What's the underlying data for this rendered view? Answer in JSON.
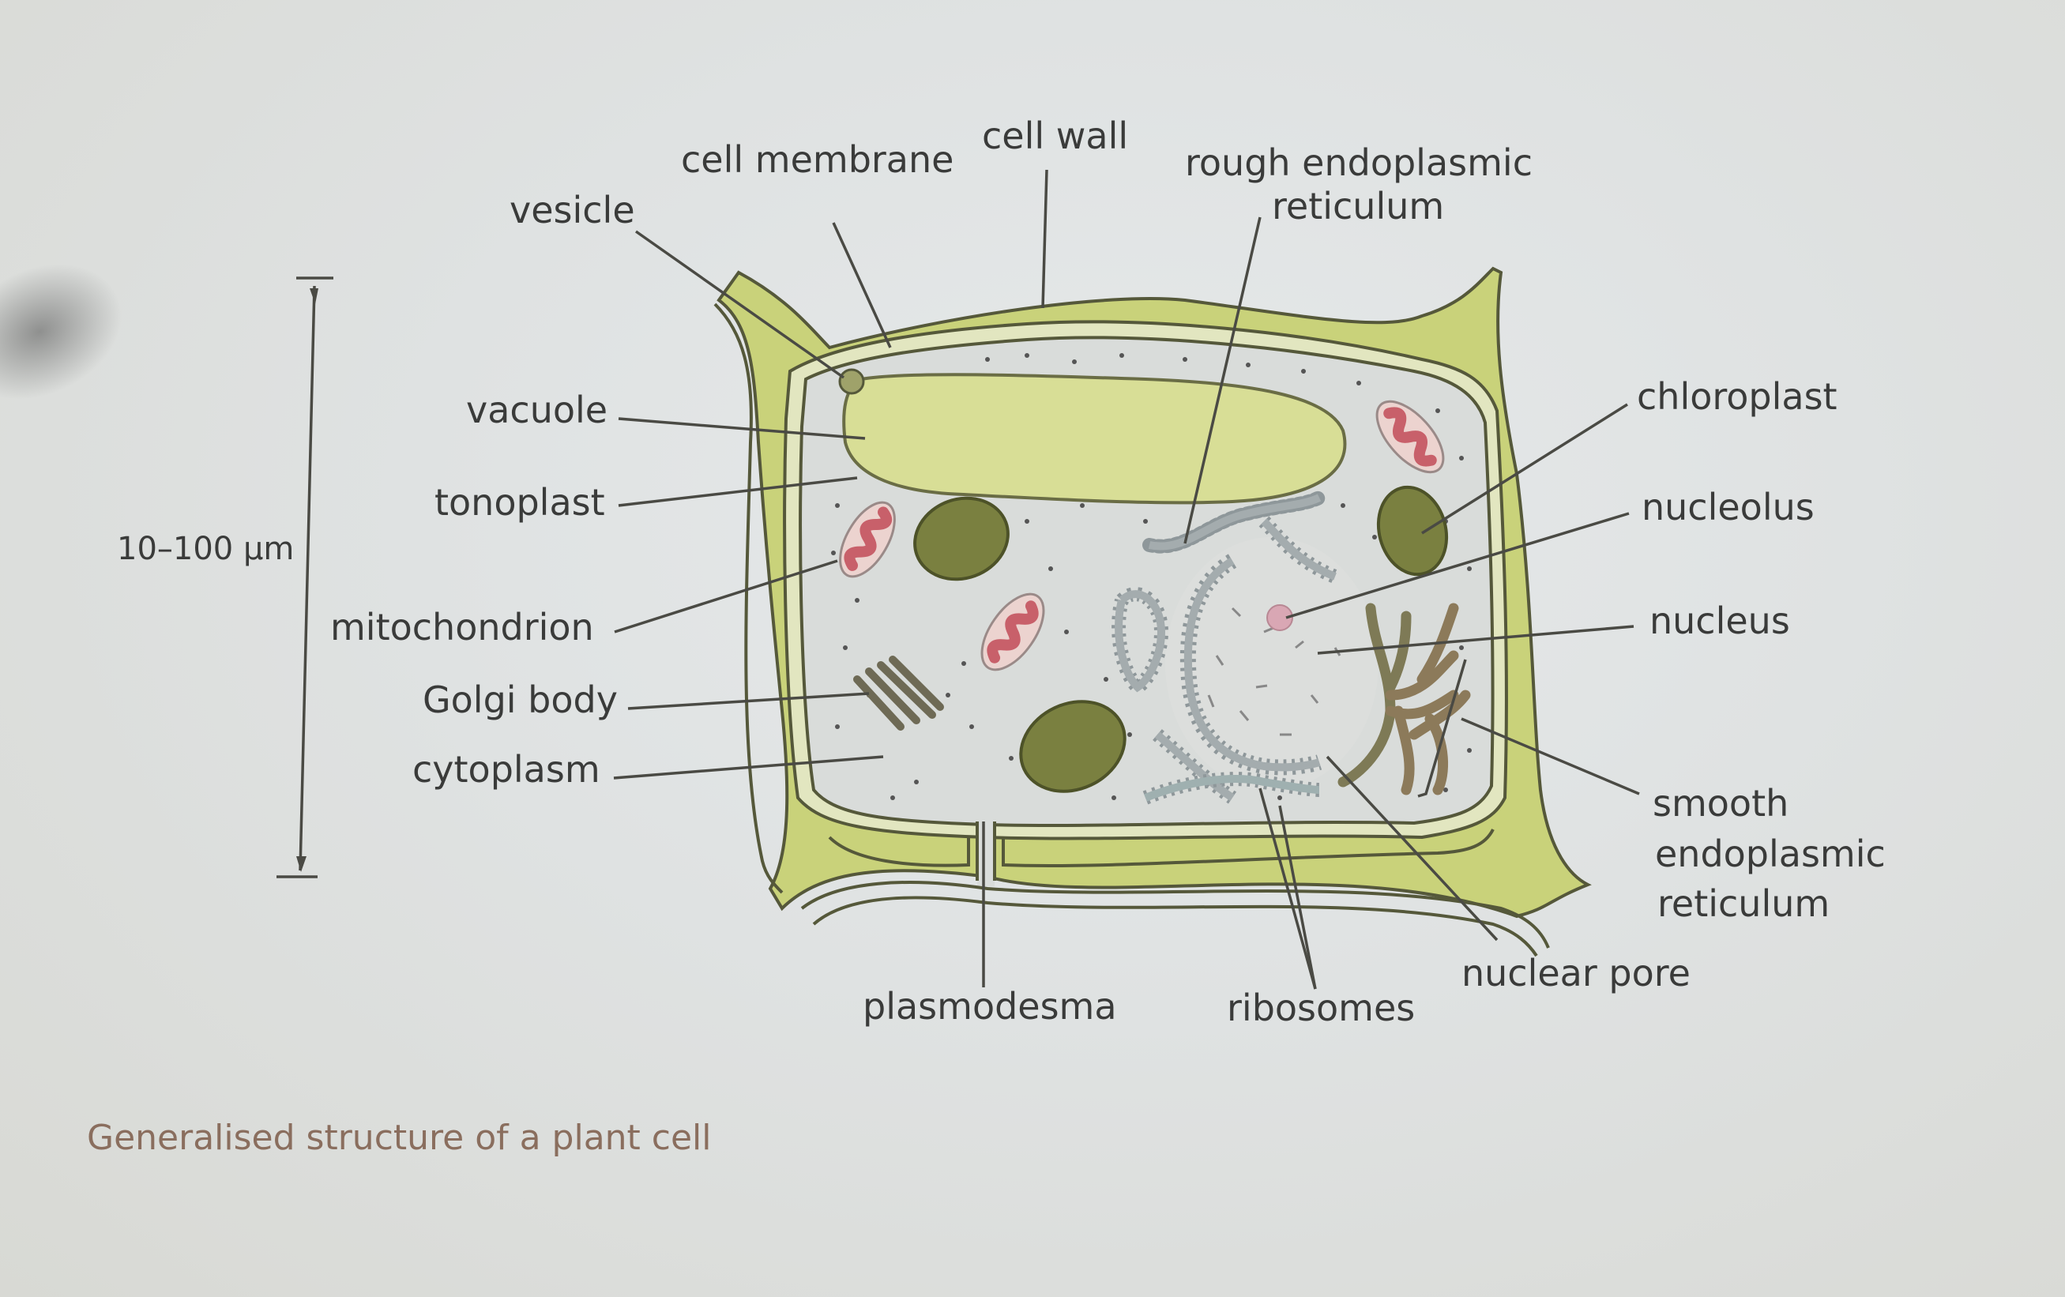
{
  "diagram": {
    "title": "Generalised structure of a plant cell",
    "scale_bar": {
      "label": "10–100 µm"
    },
    "labels": {
      "cell_membrane": "cell membrane",
      "cell_wall": "cell wall",
      "rough_er_line1": "rough endoplasmic",
      "rough_er_line2": "reticulum",
      "vesicle": "vesicle",
      "vacuole": "vacuole",
      "tonoplast": "tonoplast",
      "mitochondrion": "mitochondrion",
      "golgi_body": "Golgi body",
      "cytoplasm": "cytoplasm",
      "chloroplast": "chloroplast",
      "nucleolus": "nucleolus",
      "nucleus": "nucleus",
      "smooth_er_line1": "smooth",
      "smooth_er_line2": "endoplasmic",
      "smooth_er_line3": "reticulum",
      "nuclear_pore": "nuclear pore",
      "plasmodesma": "plasmodesma",
      "ribosomes": "ribosomes"
    },
    "colors": {
      "cell_wall": "#c9d27a",
      "vacuole": "#d8de96",
      "cytoplasm": "#d9dcda",
      "chloroplast": "#7a8040",
      "mitochondrion_outer": "#ecd3cf",
      "mitochondrion_inner": "#c8606a",
      "rough_er": "#8e979a",
      "smooth_er": "#8c7a5a",
      "nucleolus": "#d9a7b4",
      "outline": "#55583a",
      "caption": "#8a6e5e"
    }
  }
}
